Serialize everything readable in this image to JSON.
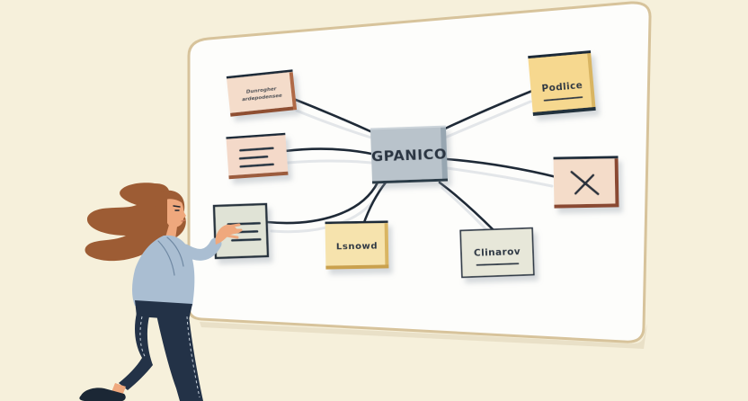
{
  "scene": {
    "background_color": "#f6f0db",
    "board": {
      "fill": "#fdfdfb",
      "border_color": "#d7c39b"
    }
  },
  "mindmap": {
    "center_node": {
      "label": "GPANICO",
      "fill": "#b9c3cb",
      "text_color": "#2b3542"
    },
    "notes": [
      {
        "id": "top-left",
        "line1": "Dunrogher",
        "line2": "ardepodensee",
        "fill": "#f4dcca"
      },
      {
        "id": "mid-left",
        "content": "three-ruled-lines",
        "fill": "#f4d9c9"
      },
      {
        "id": "bottom-left",
        "content": "three-ruled-lines",
        "fill": "#e0e3d6"
      },
      {
        "id": "bottom-mid",
        "label": "Lsnowd",
        "fill": "#f6e3ad"
      },
      {
        "id": "bottom-right",
        "label": "Clinarov",
        "fill": "#e7e7d9"
      },
      {
        "id": "top-right",
        "label": "Podlice",
        "fill": "#f6d88f"
      },
      {
        "id": "mid-right",
        "content": "x-mark",
        "fill": "#f4dcc9"
      }
    ],
    "connections": [
      "center-top-left",
      "center-mid-left",
      "center-bottom-left",
      "center-bottom-mid",
      "center-bottom-right",
      "center-mid-right",
      "center-top-right"
    ]
  },
  "person": {
    "pose": "woman reaching toward bottom-left note",
    "hair_color": "#9d5c34",
    "skin_color": "#efa87d",
    "sweater_color": "#aabed2",
    "pants_color": "#233247",
    "shoe_color": "#1b2735"
  }
}
